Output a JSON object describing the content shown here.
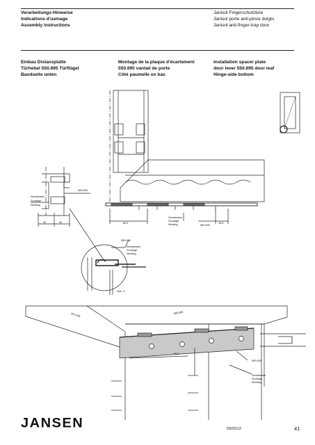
{
  "header": {
    "left": [
      "Verarbeitungs-Hinweise",
      "Indications d'usinage",
      "Assembly instructions"
    ],
    "right": [
      "Janisol Fingerschutztüre",
      "Janisol porte anti-pince doigts",
      "Janisol anti-finger-trap door"
    ]
  },
  "sections": {
    "de": [
      "Einbau Distanzplatte",
      "Türhebel 550.695 Türflügel",
      "Bandseite unten"
    ],
    "fr": [
      "Montage de la plaque d'écartement",
      "550.695 vantail de porte",
      "Côté paumelle en bas"
    ],
    "en": [
      "Installation spacer plate",
      "door lever 550.695 door leaf",
      "Hinge-side bottom"
    ]
  },
  "labels": {
    "weld": [
      "Schweissen",
      "Soudage",
      "Welding"
    ],
    "part": "550.695",
    "dim_30a": "30",
    "dim_30b": "30",
    "dim_565": "56.5",
    "dim_185": "18.5",
    "max3": "max. 3",
    "dim_601": "601.695",
    "dim_606": "606.695"
  },
  "footer": {
    "logo": "JANSEN",
    "date": "09/2012",
    "page": "41"
  }
}
